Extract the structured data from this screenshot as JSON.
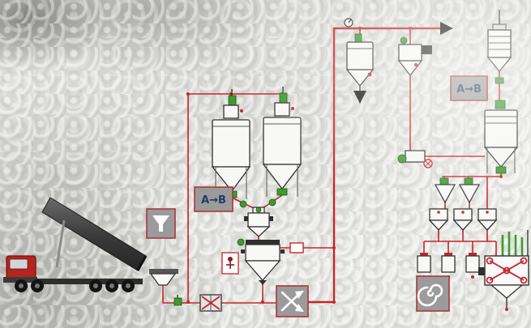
{
  "diagram": {
    "name": "Bulk material handling and pneumatic conveying plant schematic",
    "badges": {
      "route_left": "A→B",
      "route_right": "A→B"
    },
    "colors": {
      "pipe_red": "#c3272b",
      "valve_green": "#3f9a2f",
      "badge_gray": "#9b9b9b",
      "badge_border": "#a83838",
      "badge_text": "#223a66",
      "truck_cab_red": "#b5241f",
      "trailer_gray": "#4a4a4a",
      "outline_dark": "#2b2b2b",
      "vessel_fill": "#f8f8f7"
    },
    "icons": [
      "funnel-icon",
      "crossed-arrows-icon",
      "spiral-icon",
      "flow-arrow-icon",
      "down-arrow-icon",
      "person-icon"
    ]
  }
}
